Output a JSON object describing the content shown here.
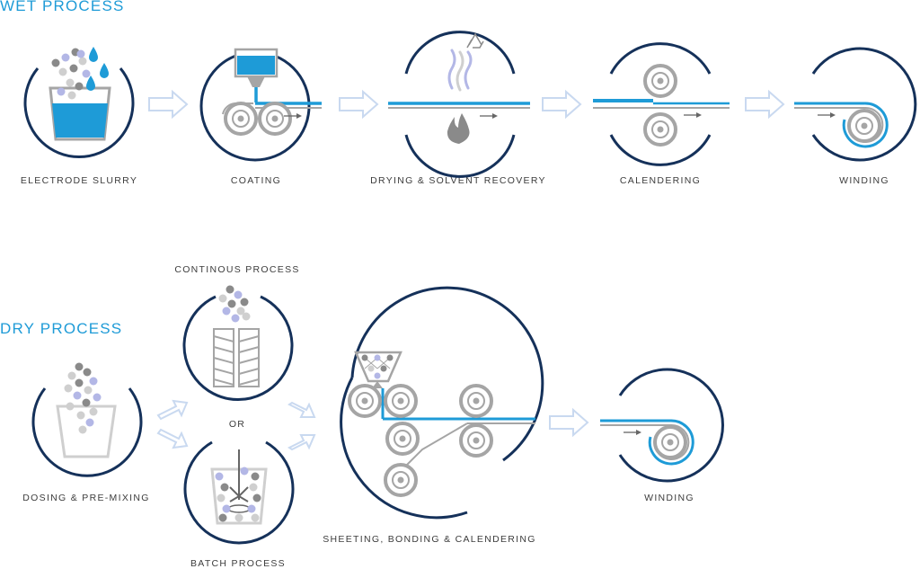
{
  "wet": {
    "title": "WET PROCESS",
    "steps": [
      {
        "label": "ELECTRODE SLURRY"
      },
      {
        "label": "COATING"
      },
      {
        "label": "DRYING & SOLVENT RECOVERY"
      },
      {
        "label": "CALENDERING"
      },
      {
        "label": "WINDING"
      }
    ]
  },
  "dry": {
    "title": "DRY PROCESS",
    "steps": {
      "dosing": "DOSING & PRE-MIXING",
      "continuous": "CONTINOUS PROCESS",
      "or": "OR",
      "batch": "BATCH PROCESS",
      "sheeting": "SHEETING, BONDING & CALENDERING",
      "winding": "WINDING"
    }
  },
  "colors": {
    "navy": "#15315a",
    "blue": "#1e9bd7",
    "gray": "#9a9a9a",
    "lightgray": "#cfcfcf",
    "lavender": "#b3b7e6",
    "arrow": "#c9d9f0"
  },
  "icons": [
    "recycle-icon",
    "flame-icon",
    "vapor-icon",
    "roller-icon",
    "mixer-icon",
    "screw-extruder-icon"
  ]
}
